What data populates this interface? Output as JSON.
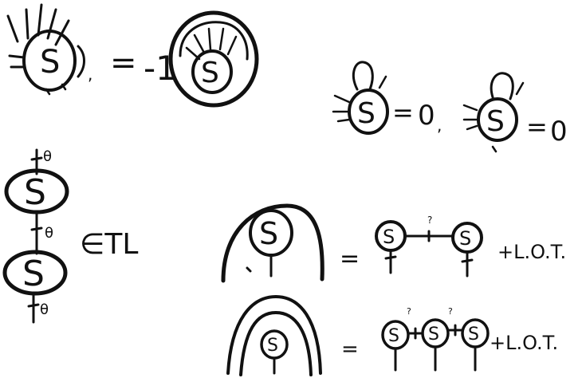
{
  "ink_color": "#111111",
  "paper_color": "#ffffff",
  "vertex_label": "S",
  "equations": {
    "eq1": {
      "equals": "=",
      "value": "-1",
      "comma": ","
    },
    "eq2a": {
      "equals": "=",
      "value": "0",
      "comma": ","
    },
    "eq2b": {
      "equals": "=",
      "value": "0",
      "comma": ","
    },
    "eq3": {
      "equals": "=",
      "lot": "+L.O.T.",
      "edge_marker": "?"
    },
    "eq4": {
      "equals": "=",
      "lot": "+L.O.T.",
      "edge_marker": "?"
    }
  },
  "chain": {
    "edge_label": "θ",
    "member_of": "∈TL"
  }
}
